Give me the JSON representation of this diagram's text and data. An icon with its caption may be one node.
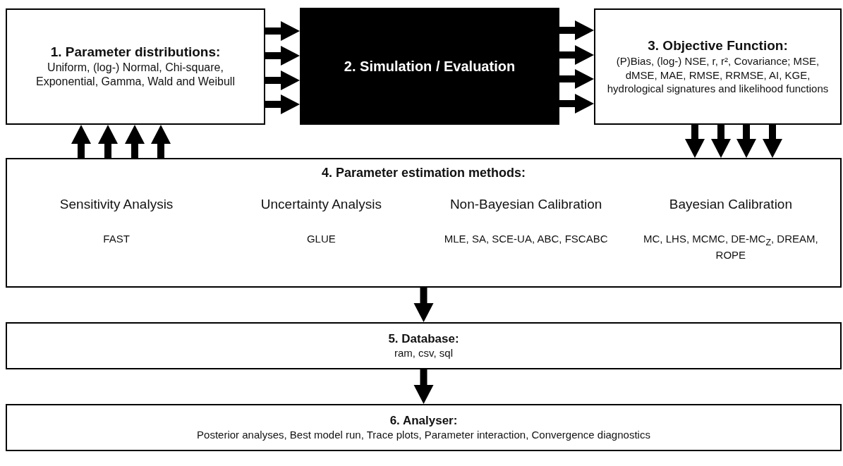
{
  "diagram": {
    "nodes": [
      {
        "text": [
          "1. Parameter distributions:",
          "Uniform, (log-) Normal, Chi-square, Exponential, Gamma, Wald and Weibull"
        ]
      },
      {
        "text": [
          "2. Simulation / Evaluation"
        ]
      },
      {
        "text": [
          "3. Objective Function:",
          "(P)Bias, (log-) NSE, r, r², Covariance; MSE, dMSE, MAE, RMSE, RRMSE, AI, KGE, hydrological signatures and likelihood functions"
        ]
      },
      {
        "text": [
          "4. Parameter estimation methods:",
          "Sensitivity Analysis",
          "Uncertainty Analysis",
          "Non-Bayesian Calibration",
          "Bayesian Calibration",
          "FAST",
          "GLUE",
          "MLE, SA, SCE-UA, ABC, FSCABC",
          "MC, LHS, MCMC, DE-MC$_{Z}$, DREAM, ROPE"
        ]
      },
      {
        "text": [
          "5. Database:",
          "ram, csv, sql"
        ]
      },
      {
        "text": [
          "6. Analyser:",
          "Posterior analyses, Best model run, Trace plots, Parameter interaction, Convergence diagnostics"
        ]
      }
    ],
    "edges": [
      {
        "from": 0,
        "to": 1,
        "arrow": "to"
      },
      {
        "from": 0,
        "to": 1,
        "arrow": "to"
      },
      {
        "from": 0,
        "to": 1,
        "arrow": "to"
      },
      {
        "from": 0,
        "to": 1,
        "arrow": "to"
      },
      {
        "from": 1,
        "to": 2,
        "arrow": "to"
      },
      {
        "from": 1,
        "to": 2,
        "arrow": "to"
      },
      {
        "from": 1,
        "to": 2,
        "arrow": "to"
      },
      {
        "from": 1,
        "to": 2,
        "arrow": "to"
      },
      {
        "from": 2,
        "to": 3,
        "arrow": "to"
      },
      {
        "from": 2,
        "to": 3,
        "arrow": "to"
      },
      {
        "from": 2,
        "to": 3,
        "arrow": "to"
      },
      {
        "from": 2,
        "to": 3,
        "arrow": "to"
      },
      {
        "from": 3,
        "to": 0,
        "arrow": "to"
      },
      {
        "from": 3,
        "to": 0,
        "arrow": "to"
      },
      {
        "from": 3,
        "to": 0,
        "arrow": "to"
      },
      {
        "from": 3,
        "to": 0,
        "arrow": "to"
      },
      {
        "from": 3,
        "to": 4,
        "arrow": "to"
      },
      {
        "from": 4,
        "to": 5,
        "arrow": "to"
      }
    ]
  }
}
